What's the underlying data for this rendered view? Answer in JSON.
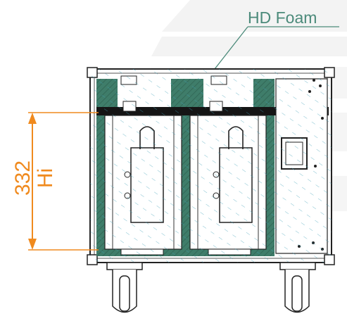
{
  "callout": {
    "label": "HD Foam"
  },
  "dimension": {
    "value": "332",
    "unit_label": "Hi"
  },
  "colors": {
    "foam": "#3f7d6a",
    "dimension": "#f08a1e",
    "outline": "#222222",
    "callout": "#4b8a7a",
    "stripe": "#f3f3f3"
  },
  "icons": {
    "wheel": "caster-wheel-icon",
    "handle": "lift-handle-icon"
  }
}
